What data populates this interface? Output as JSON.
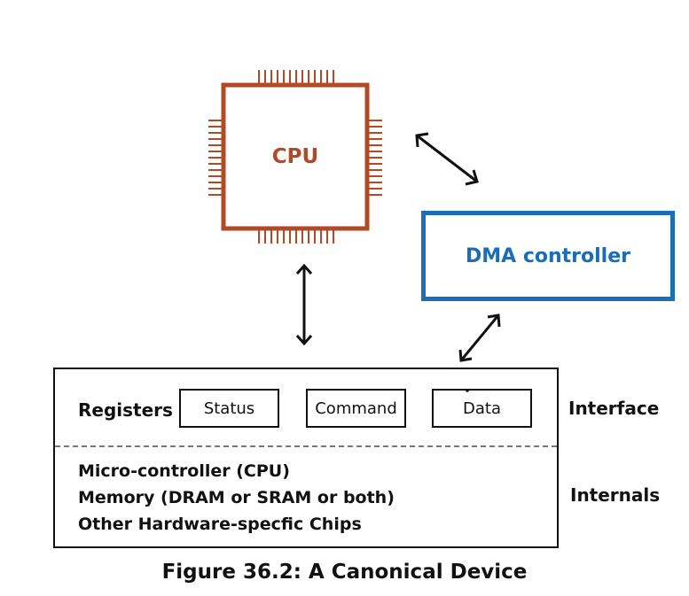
{
  "cpu": {
    "label": "CPU",
    "color": "#b34a26"
  },
  "dma": {
    "label": "DMA controller",
    "color": "#1c6db8"
  },
  "device": {
    "registers_label": "Registers",
    "registers": [
      "Status",
      "Command",
      "Data"
    ],
    "internals": [
      "Micro-controller (CPU)",
      "Memory (DRAM or SRAM or both)",
      "Other Hardware-specfic Chips"
    ],
    "interface_label": "Interface",
    "internals_label": "Internals"
  },
  "caption": "Figure 36.2: A Canonical Device"
}
